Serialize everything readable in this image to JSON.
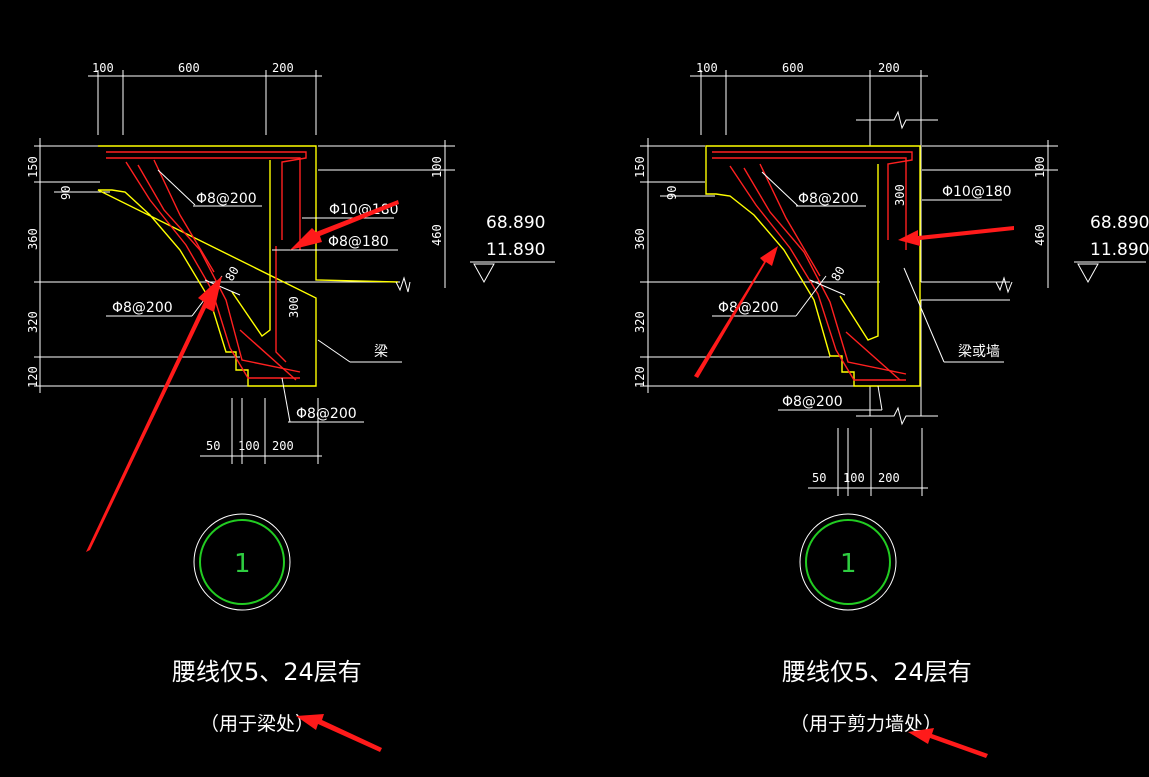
{
  "colors": {
    "background": "#000000",
    "outline": "#ffff00",
    "rebar": "#ff2020",
    "dimension": "#ffffff",
    "bubble": "#22cc22",
    "markup_arrow": "#ff1a1a"
  },
  "left_detail": {
    "top_dims": [
      "100",
      "600",
      "200"
    ],
    "left_dims": [
      "150",
      "360",
      "320",
      "120"
    ],
    "small_dim_90": "90",
    "right_dims": [
      "100",
      "460"
    ],
    "bottom_dims": [
      "50",
      "100",
      "200"
    ],
    "rebar_labels": {
      "d8_200_a": "Φ8@200",
      "d10_180": "Φ10@180",
      "d8_180": "Φ8@180",
      "d8_200_b": "Φ8@200",
      "d8_200_c": "Φ8@200"
    },
    "dim_80": "80",
    "dim_300": "300",
    "beam_label": "梁",
    "elevations": [
      "68.890",
      "11.890"
    ],
    "bubble_number": "1",
    "title": "腰线仅5、24层有",
    "subtitle": "（用于梁处）"
  },
  "right_detail": {
    "top_dims": [
      "100",
      "600",
      "200"
    ],
    "left_dims": [
      "150",
      "360",
      "320",
      "120"
    ],
    "small_dim_90": "90",
    "right_dims": [
      "100",
      "460"
    ],
    "bottom_dims": [
      "50",
      "100",
      "200"
    ],
    "rebar_labels": {
      "d8_200_a": "Φ8@200",
      "d10_180": "Φ10@180",
      "d8_200_b": "Φ8@200",
      "d8_200_c": "Φ8@200"
    },
    "dim_80": "80",
    "dim_300": "300",
    "beam_label": "梁或墙",
    "elevations": [
      "68.890",
      "11.890"
    ],
    "bubble_number": "1",
    "title": "腰线仅5、24层有",
    "subtitle": "（用于剪力墙处）"
  }
}
